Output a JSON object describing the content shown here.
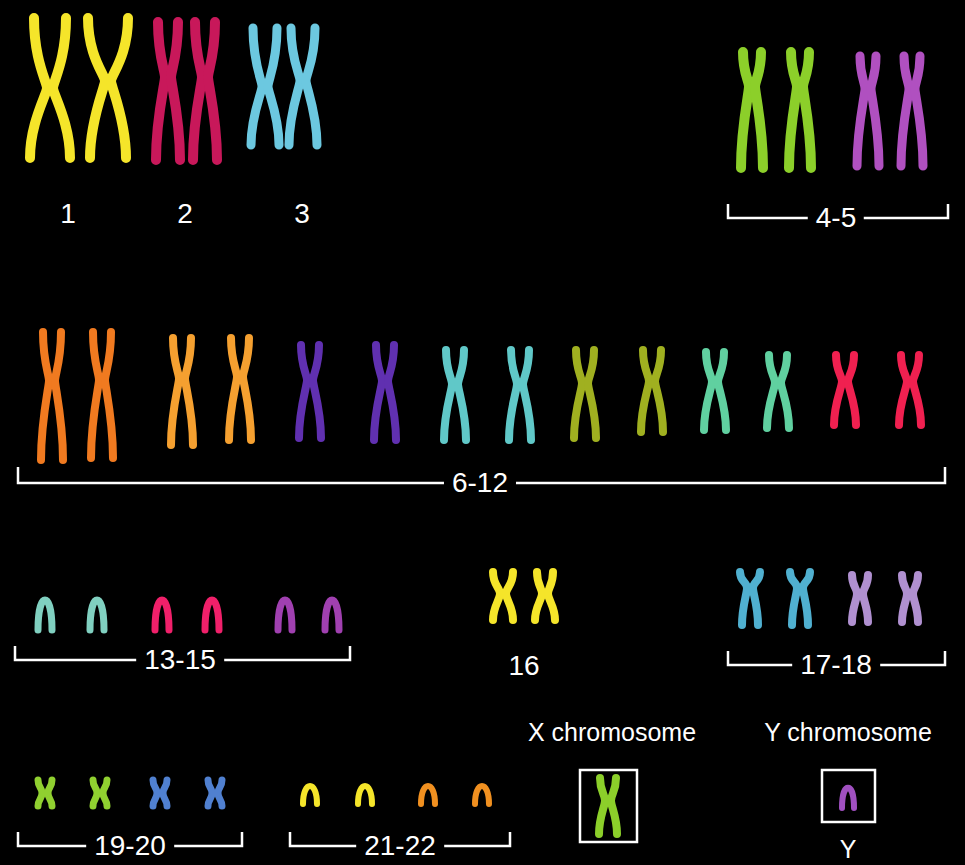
{
  "diagram": {
    "labels": [
      "1",
      "2",
      "3",
      "4-5",
      "6-12",
      "13-15",
      "16",
      "17-18",
      "19-20",
      "21-22",
      "X chromosome",
      "Y chromosome",
      "Y"
    ]
  }
}
